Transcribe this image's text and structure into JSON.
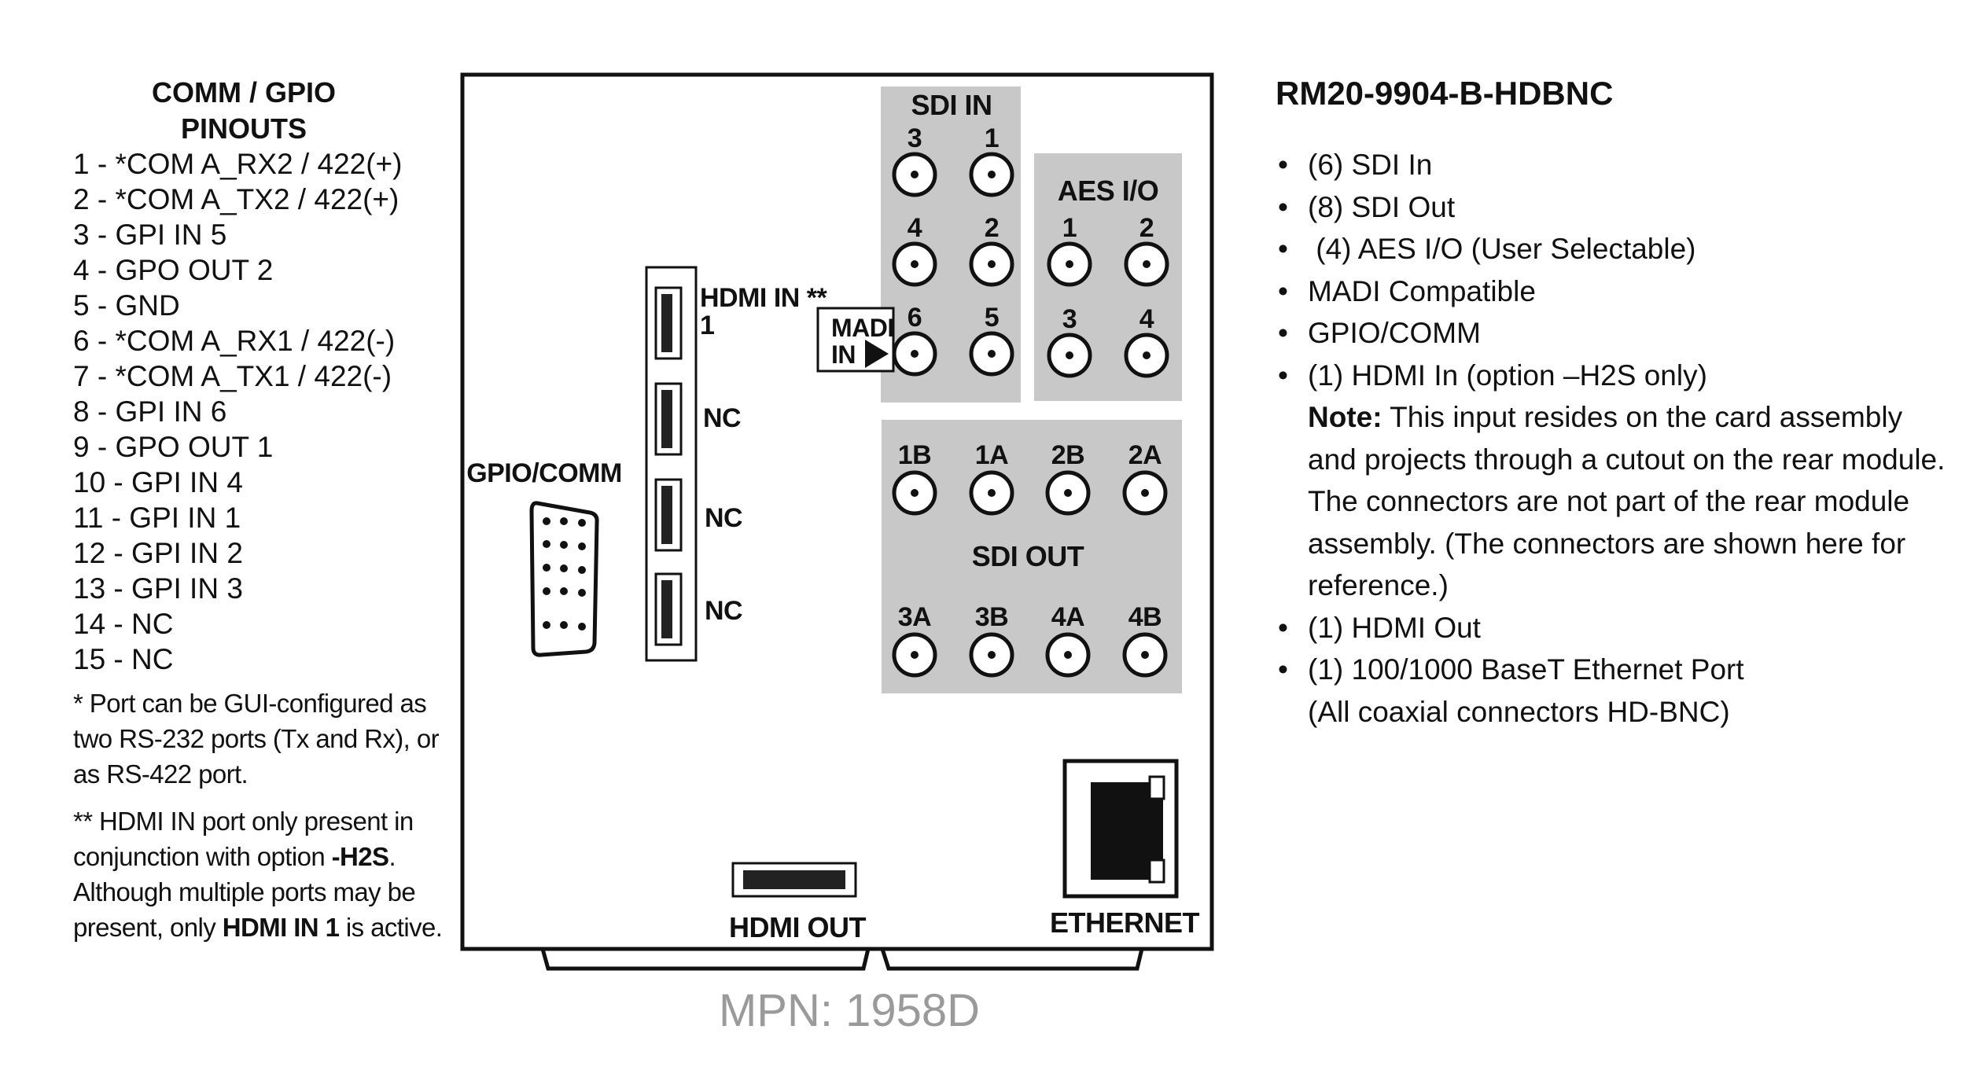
{
  "pinouts": {
    "title_line1": "COMM / GPIO",
    "title_line2": "PINOUTS",
    "pins": [
      "1 - *COM A_RX2 / 422(+)",
      "2 - *COM A_TX2 / 422(+)",
      "3 - GPI IN 5",
      "4 - GPO OUT 2",
      "5 - GND",
      "6 - *COM A_RX1 / 422(-)",
      "7 - *COM A_TX1 / 422(-)",
      "8 - GPI IN 6",
      "9 - GPO OUT 1",
      "10 - GPI IN 4",
      "11 - GPI IN 1",
      "12 - GPI IN 2",
      "13 - GPI IN 3",
      "14 - NC",
      "15 - NC"
    ],
    "note1": "* Port can be GUI-configured as two RS-232 ports (Tx and Rx), or as RS-422 port.",
    "note2_a": "** HDMI IN port only present in conjunction with option ",
    "note2_b": "-H2S",
    "note2_c": ". Although multiple ports may be present, only ",
    "note2_d": "HDMI IN 1",
    "note2_e": " is active."
  },
  "panel": {
    "gpio_label": "GPIO/COMM",
    "hdmi_in_label": "HDMI IN **",
    "hdmi_in_num": "1",
    "nc_labels": [
      "NC",
      "NC",
      "NC"
    ],
    "madi_label_1": "MADI",
    "madi_label_2": "IN",
    "sdi_in": {
      "label": "SDI IN",
      "connectors": [
        "3",
        "1",
        "4",
        "2",
        "6",
        "5"
      ]
    },
    "aes": {
      "label": "AES I/O",
      "connectors": [
        "1",
        "2",
        "3",
        "4"
      ]
    },
    "sdi_out": {
      "label": "SDI OUT",
      "top_row": [
        "1B",
        "1A",
        "2B",
        "2A"
      ],
      "bottom_row": [
        "3A",
        "3B",
        "4A",
        "4B"
      ]
    },
    "hdmi_out_label": "HDMI OUT",
    "ethernet_label": "ETHERNET"
  },
  "mpn": "MPN: 1958D",
  "specs": {
    "title": "RM20-9904-B-HDBNC",
    "items": [
      "(6) SDI In",
      "(8) SDI Out",
      " (4) AES I/O (User Selectable)",
      "MADI Compatible",
      "GPIO/COMM",
      "(1) HDMI In (option –H2S only)"
    ],
    "note_label": "Note:",
    "note_text": " This input resides on the card assembly and projects through a cutout on the rear module. The connectors are not part of the rear module assembly. (The connectors are shown here for reference.)",
    "items2": [
      "(1) HDMI Out",
      "(1) 100/1000 BaseT Ethernet Port"
    ],
    "footer": "(All coaxial connectors HD-BNC)"
  }
}
